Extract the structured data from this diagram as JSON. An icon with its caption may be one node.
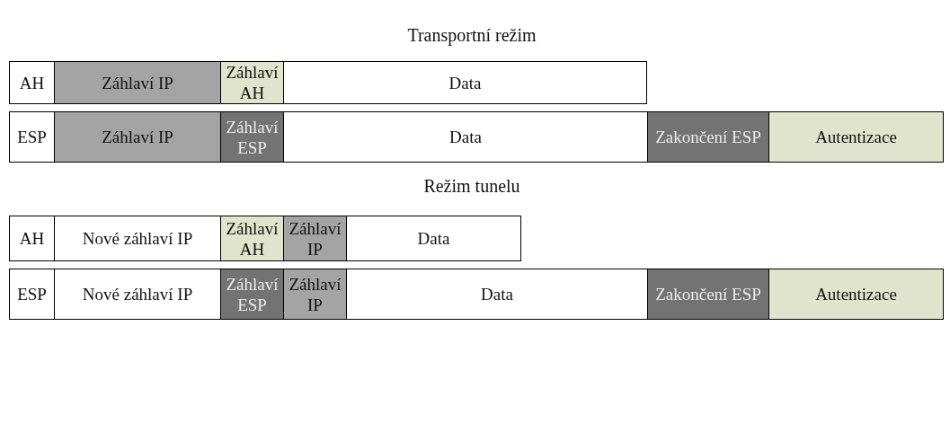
{
  "diagram": {
    "nodes": [
      {
        "text": [
          "AH"
        ]
      },
      {
        "text": [
          "Záhlaví IP"
        ]
      },
      {
        "text": [
          "Záhlaví AH"
        ]
      },
      {
        "text": [
          "Data"
        ]
      },
      {
        "text": [
          "ESP"
        ]
      },
      {
        "text": [
          "Záhlaví IP"
        ]
      },
      {
        "text": [
          "Záhlaví ESP"
        ]
      },
      {
        "text": [
          "Data"
        ]
      },
      {
        "text": [
          "Zakončení ESP"
        ]
      },
      {
        "text": [
          "Autentizace"
        ]
      },
      {
        "text": [
          "AH"
        ]
      },
      {
        "text": [
          "Nové záhlaví IP"
        ]
      },
      {
        "text": [
          "Záhlaví AH"
        ]
      },
      {
        "text": [
          "Záhlaví IP"
        ]
      },
      {
        "text": [
          "Data"
        ]
      },
      {
        "text": [
          "ESP"
        ]
      },
      {
        "text": [
          "Nové záhlaví IP"
        ]
      },
      {
        "text": [
          "Záhlaví ESP"
        ]
      },
      {
        "text": [
          "Záhlaví IP"
        ]
      },
      {
        "text": [
          "Data"
        ]
      },
      {
        "text": [
          "Zakončení ESP"
        ]
      },
      {
        "text": [
          "Autentizace"
        ]
      }
    ],
    "labels": [
      "Transportní režim",
      "Režim tunelu"
    ]
  }
}
